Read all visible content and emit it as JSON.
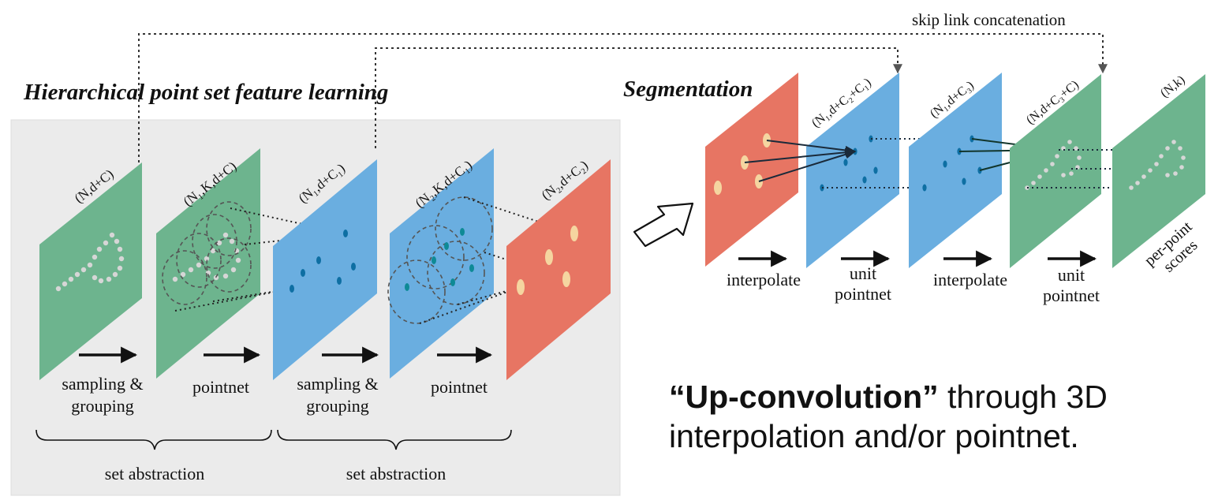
{
  "titles": {
    "hierarchical": "Hierarchical point set feature learning",
    "segmentation": "Segmentation",
    "skip_link": "skip link concatenation"
  },
  "planes": {
    "p1": "(N,d+C)",
    "p2": "(N₁,K,d+C)",
    "p3": "(N₁,d+C₁)",
    "p4": "(N₂,K,d+C₁)",
    "p5": "(N₂,d+C₂)",
    "p7": "(N₁,d+C₂+C₁)",
    "p8": "(N₁,d+C₃)",
    "p9": "(N,d+C₃+C)",
    "p10": "(N,k)"
  },
  "steps": {
    "sampling1_l1": "sampling &",
    "sampling1_l2": "grouping",
    "pointnet1": "pointnet",
    "sampling2_l1": "sampling &",
    "sampling2_l2": "grouping",
    "pointnet2": "pointnet",
    "interpolate1": "interpolate",
    "unit1_l1": "unit",
    "unit1_l2": "pointnet",
    "interpolate2": "interpolate",
    "unit2_l1": "unit",
    "unit2_l2": "pointnet",
    "scores_l1": "per-point",
    "scores_l2": "scores"
  },
  "braces": {
    "set_abstraction_1": "set abstraction",
    "set_abstraction_2": "set abstraction"
  },
  "tagline": {
    "bold": "“Up-convolution”",
    "rest": " through 3D interpolation and/or pointnet."
  },
  "colors": {
    "green": "#6db48e",
    "blue": "#6aaee0",
    "red": "#e77563",
    "panel": "#ebebeb"
  }
}
